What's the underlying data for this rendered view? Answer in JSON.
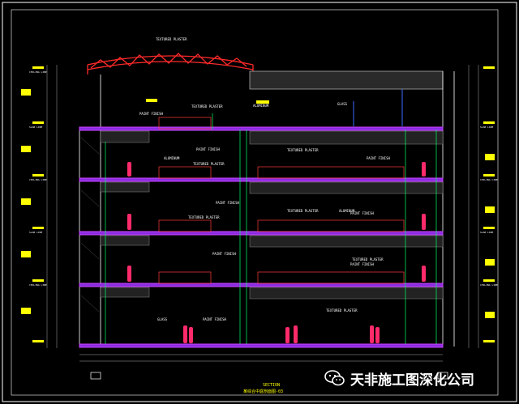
{
  "drawing": {
    "roof_label": "TEXTURED PLASTER",
    "section_title": "SECTION",
    "section_subtitle": "某综合中庭剖面图-03",
    "material_tags": [
      "TEXTURED PLASTER",
      "PAINT FINISH",
      "ALUMINUM",
      "GLASS",
      "TEXTURED PLASTER",
      "PAINT FINISH",
      "ALUMINUM",
      "TEXTURED PLASTER",
      "PAINT FINISH",
      "TEXTURED PLASTER",
      "PAINT FINISH",
      "ALUMINUM",
      "PAINT FINISH",
      "TEXTURED PLASTER",
      "PAINT FINISH",
      "TEXTURED PLASTER",
      "PAINT FINISH",
      "TEXTURED PLASTER",
      "GLASS",
      "PAINT FINISH"
    ],
    "level_tags": [
      "CEILING LINE",
      "SLAB LINE",
      "CEILING LINE",
      "SLAB LINE",
      "CEILING LINE",
      "SLAB LINE",
      "CEILING LINE",
      "SLAB LINE",
      "CEILING LINE"
    ]
  },
  "watermark": {
    "text": "天非施工图深化公司",
    "icon": "wechat-icon"
  },
  "colors": {
    "frame": "#ffffff",
    "slab": "#cc44ff",
    "roof_truss": "#ff2a2a",
    "glazing": "#00ff66",
    "annotation": "#ffff00",
    "figure": "#ff2a6a"
  }
}
